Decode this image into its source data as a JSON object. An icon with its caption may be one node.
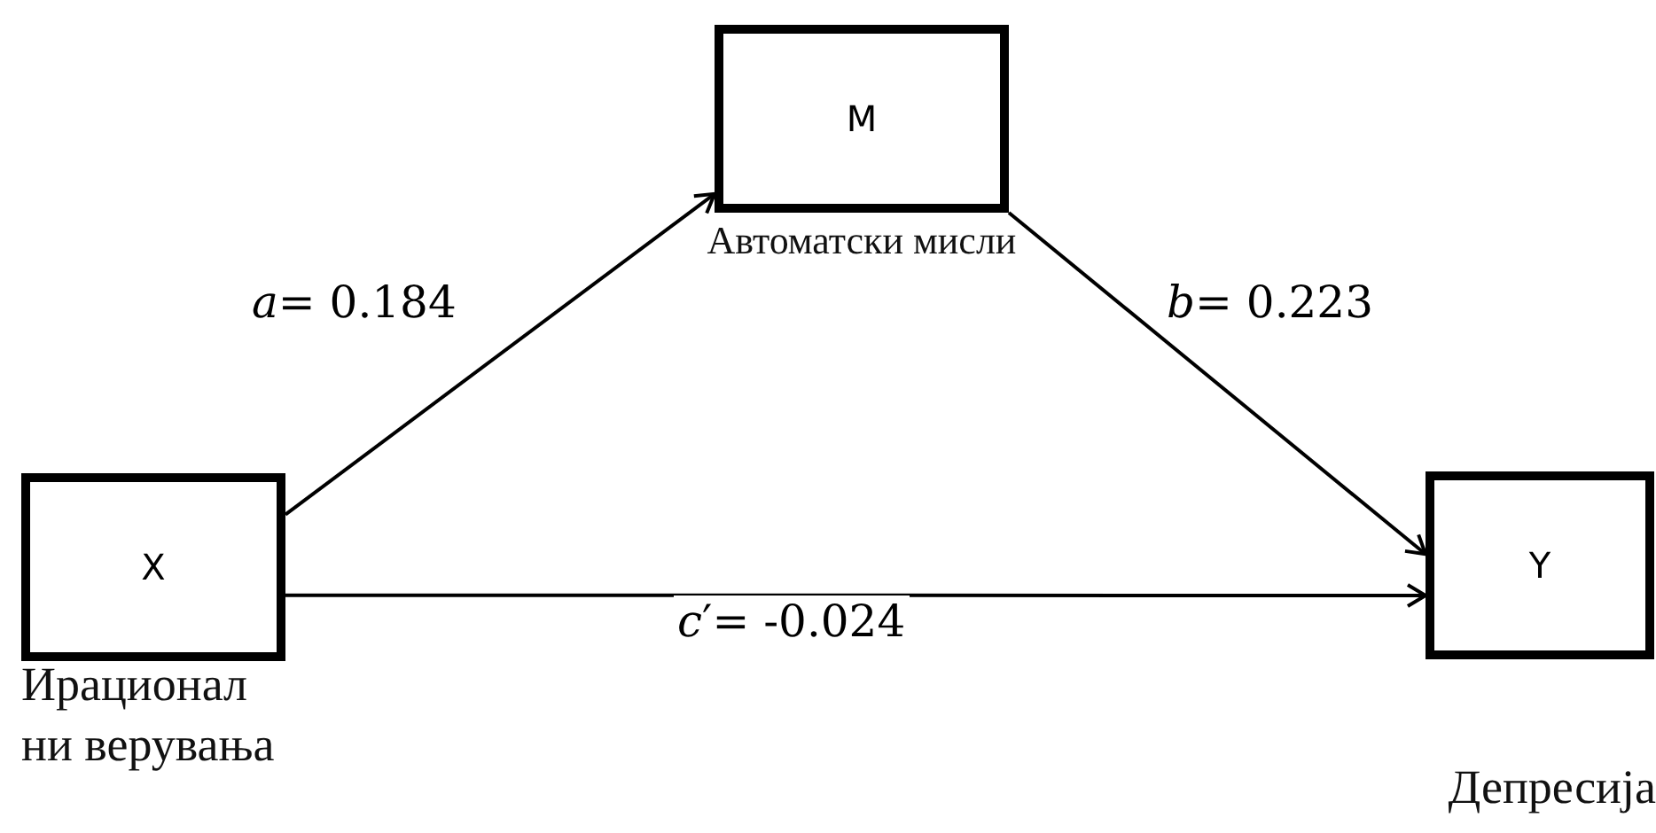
{
  "diagram": {
    "nodes": [
      {
        "text": [
          "X"
        ],
        "beside": [
          "Ирационал ни верувања"
        ]
      },
      {
        "text": [
          "M"
        ],
        "beside": [
          "Автоматски мисли"
        ]
      },
      {
        "text": [
          "Y"
        ],
        "beside": [
          "Депресија"
        ]
      }
    ],
    "edges": [
      {
        "from": 0,
        "to": 1,
        "arrow": "to",
        "label": "*a*= 0.184"
      },
      {
        "from": 1,
        "to": 2,
        "arrow": "to",
        "label": "*b*= 0.223"
      },
      {
        "from": 0,
        "to": 2,
        "arrow": "to",
        "label": "*c*′= -0.024"
      }
    ]
  }
}
